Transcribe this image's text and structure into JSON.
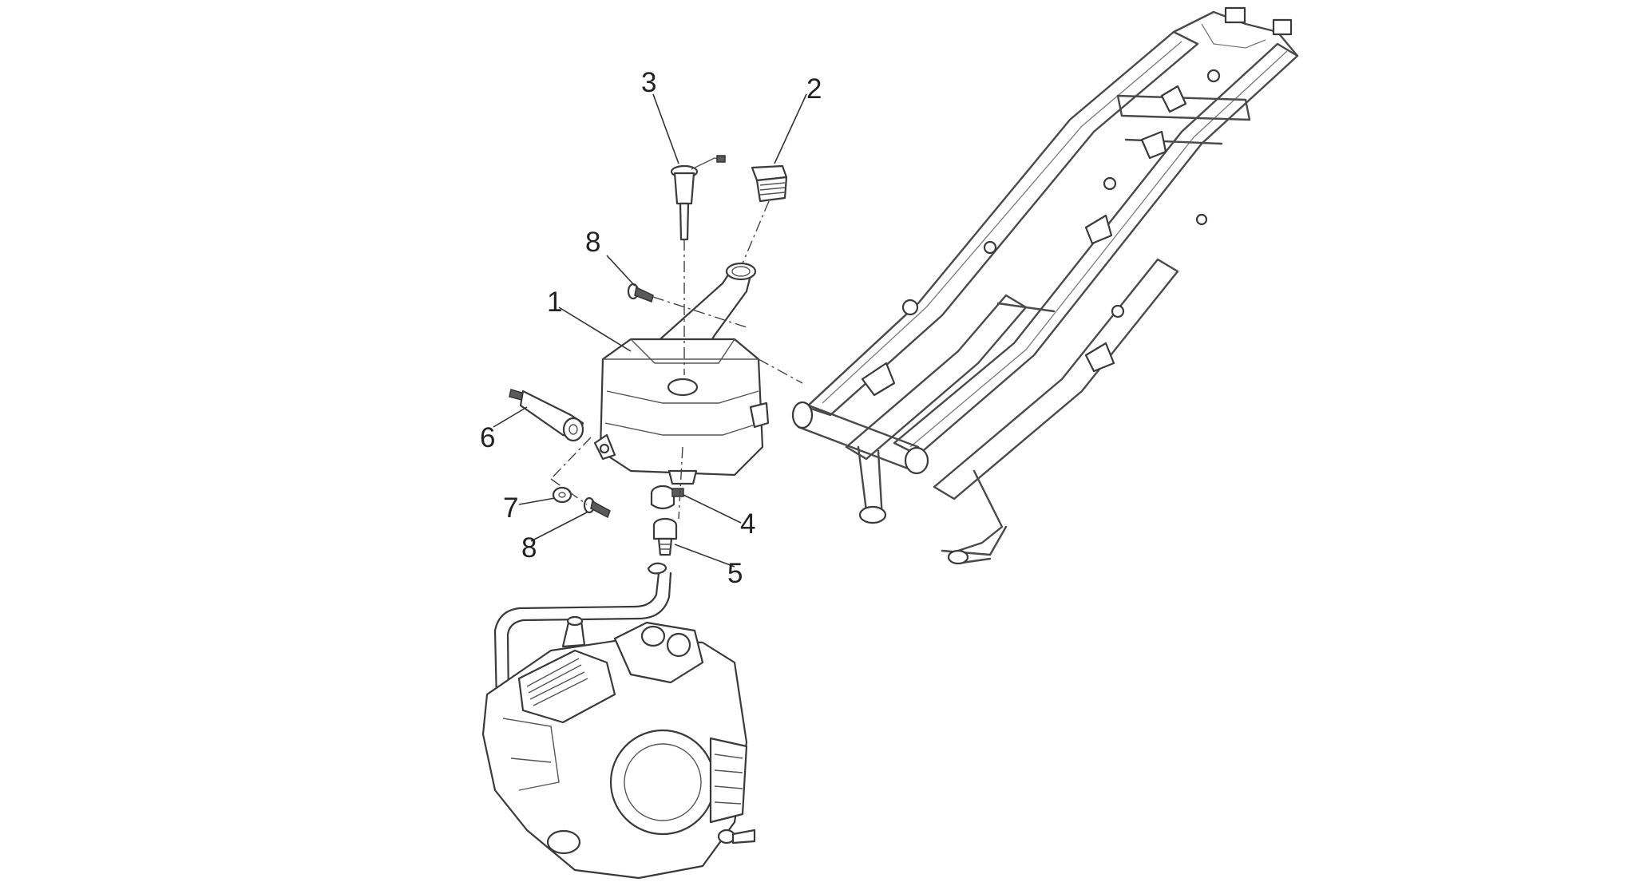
{
  "diagram": {
    "callouts": [
      {
        "id": "callout-1",
        "text": "1"
      },
      {
        "id": "callout-2",
        "text": "2"
      },
      {
        "id": "callout-3",
        "text": "3"
      },
      {
        "id": "callout-4",
        "text": "4"
      },
      {
        "id": "callout-5",
        "text": "5"
      },
      {
        "id": "callout-6",
        "text": "6"
      },
      {
        "id": "callout-7",
        "text": "7"
      },
      {
        "id": "callout-8a",
        "text": "8"
      },
      {
        "id": "callout-8b",
        "text": "8"
      }
    ],
    "colors": {
      "line": "#3a3a3a",
      "background": "#ffffff",
      "label": "#222222"
    }
  }
}
